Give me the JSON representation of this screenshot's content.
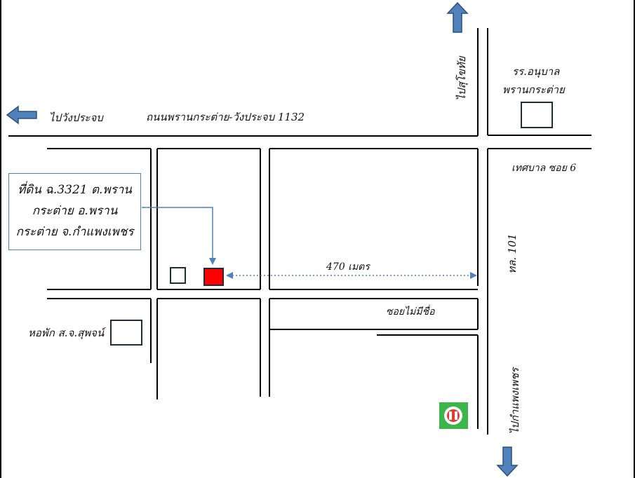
{
  "roads": {
    "main_road": "ถนนพรานกระต่าย-วังประจบ 1132",
    "to_wangprachop": "ไปวังประจบ",
    "to_sukhothai": "ไปสุโขทัย",
    "highway": "ทล. 101",
    "to_kamphaengphet": "ไปกำแพงเพชร",
    "soi_municipal": "เทศบาล ซอย 6",
    "soi_unnamed": "ซอยไม่มีชื่อ"
  },
  "landmarks": {
    "school_line1": "รร.อนุบาล",
    "school_line2": "พรานกระต่าย",
    "dorm": "หอพัก ส.จ.สุพจน์"
  },
  "land_plot": {
    "line1": "ที่ดิน ฉ.3321 ต.พราน",
    "line2": "กระต่าย อ.พราน",
    "line3": "กระต่าย จ.กำแพงเพชร"
  },
  "distance": "470 เมตร",
  "colors": {
    "arrow": "#4f81bd",
    "arrow_dark": "#2f4f7f",
    "target_plot": "#ff0000",
    "road_line": "#000000",
    "callout_border": "#4f81bd",
    "gas_station": "#3cb54a"
  },
  "icons": [
    "arrow-left-icon",
    "arrow-up-icon",
    "arrow-down-icon",
    "gas-station-icon"
  ]
}
